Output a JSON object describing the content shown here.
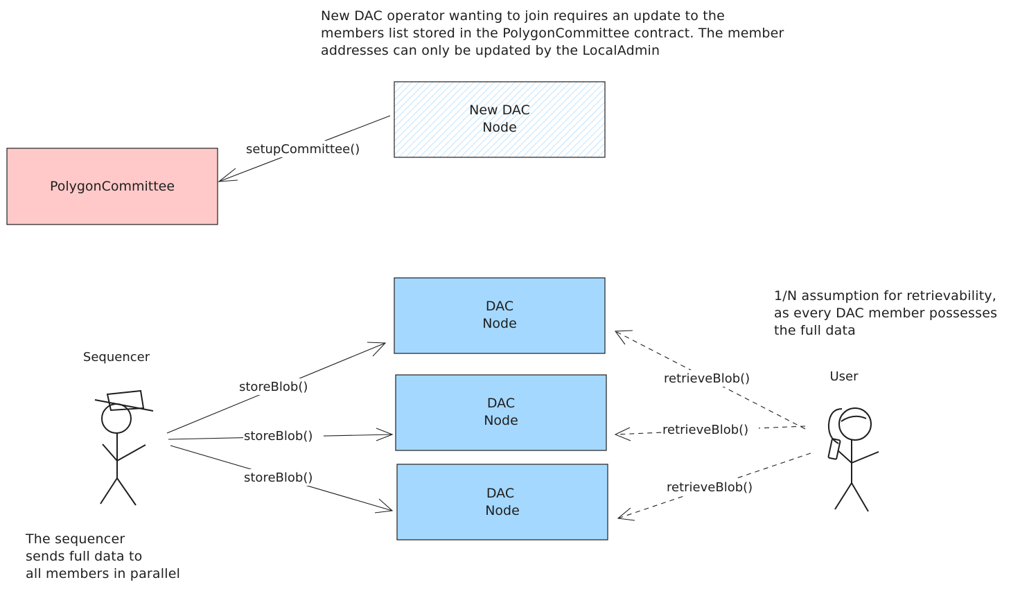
{
  "top_note": {
    "lines": [
      "New DAC operator wanting to join requires an update to the",
      "members list stored in the PolygonCommittee contract. The member",
      "addresses can only be updated by the LocalAdmin"
    ]
  },
  "new_dac_node": {
    "lines": [
      "New DAC",
      "Node"
    ],
    "fill": "#ffffff",
    "hatch_color": "#a5d8ff"
  },
  "polygon_committee": {
    "label": "PolygonCommittee",
    "fill": "#ffc9c9"
  },
  "setup_arrow": {
    "label": "setupCommittee()"
  },
  "dac_nodes": [
    {
      "lines": [
        "DAC",
        "Node"
      ]
    },
    {
      "lines": [
        "DAC",
        "Node"
      ]
    },
    {
      "lines": [
        "DAC",
        "Node"
      ]
    }
  ],
  "dac_node_fill": "#a5d8ff",
  "sequencer": {
    "label": "Sequencer"
  },
  "user": {
    "label": "User"
  },
  "store_arrows": [
    {
      "label": "storeBlob()"
    },
    {
      "label": "storeBlob()"
    },
    {
      "label": "storeBlob()"
    }
  ],
  "retrieve_arrows": [
    {
      "label": "retrieveBlob()"
    },
    {
      "label": "retrieveBlob()"
    },
    {
      "label": "retrieveBlob()"
    }
  ],
  "right_note": {
    "lines": [
      "1/N assumption for retrievability,",
      "as every DAC member possesses",
      "the full data"
    ]
  },
  "bottom_note": {
    "lines": [
      "The sequencer",
      "sends full data to",
      "all members in parallel"
    ]
  },
  "stroke_color": "#1e1e1e"
}
